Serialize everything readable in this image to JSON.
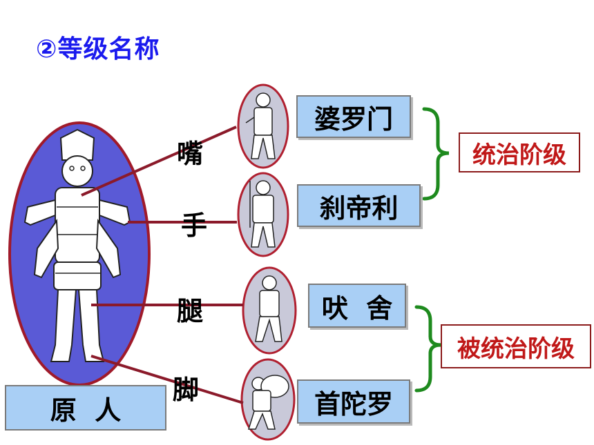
{
  "title": "②等级名称",
  "origin_label": "原  人",
  "body_parts": {
    "mouth": "嘴",
    "hand": "手",
    "leg": "腿",
    "foot": "脚"
  },
  "castes": {
    "brahmin": "婆罗门",
    "kshatriya": "刹帝利",
    "vaishya": "吠  舍",
    "shudra": "首陀罗"
  },
  "classes": {
    "ruling": "统治阶级",
    "ruled": "被统治阶级"
  },
  "colors": {
    "title": "#1a1aee",
    "line": "#8b1a2a",
    "bracket": "#1e8a1e",
    "oval_fill": "#5a5ad6",
    "caste_fill": "#a9cff5",
    "class_text": "#c01818"
  }
}
